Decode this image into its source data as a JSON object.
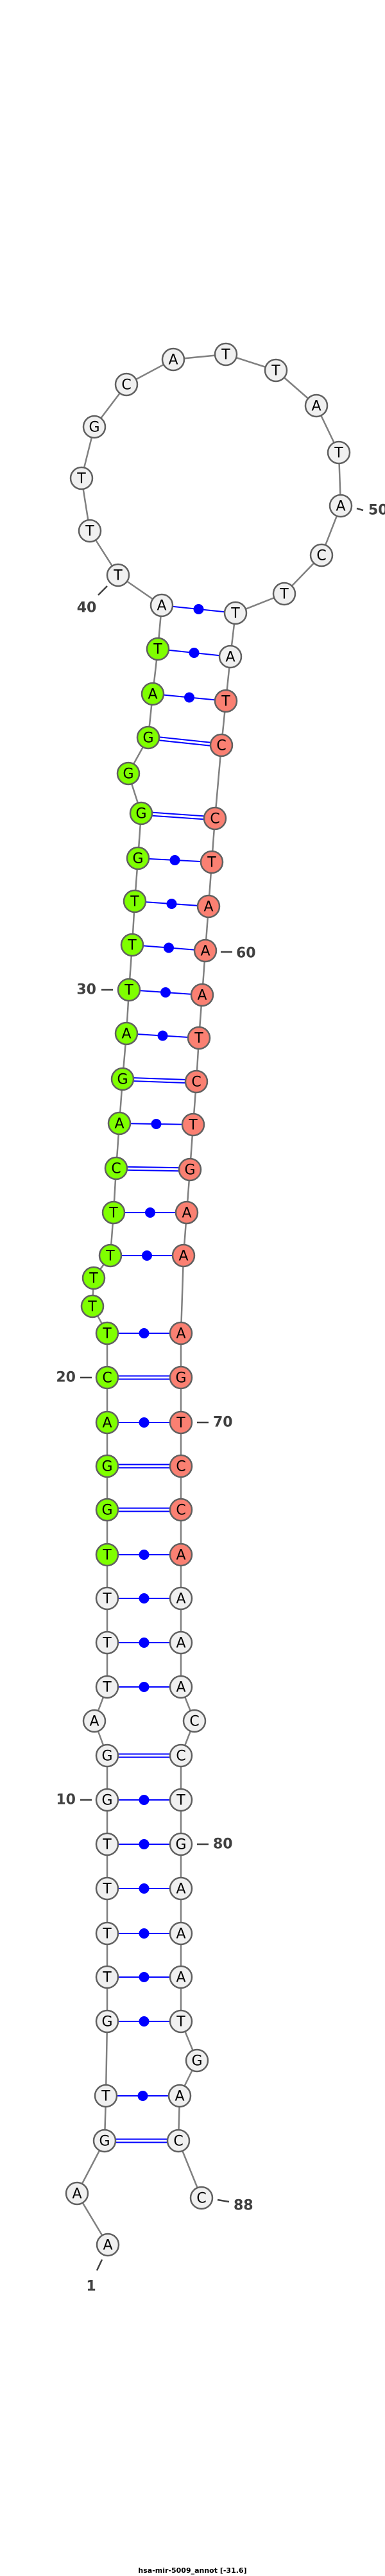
{
  "title": "hsa-mir-5009_annot [-31.6]",
  "nucleotides": [
    "A",
    "A",
    "G",
    "T",
    "G",
    "T",
    "T",
    "T",
    "T",
    "G",
    "G",
    "A",
    "T",
    "T",
    "T",
    "T",
    "G",
    "G",
    "A",
    "C",
    "T",
    "T",
    "T",
    "T",
    "T",
    "C",
    "A",
    "G",
    "A",
    "T",
    "T",
    "T",
    "G",
    "G",
    "G",
    "G",
    "A",
    "T",
    "A",
    "T",
    "T",
    "T",
    "G",
    "C",
    "A",
    "T",
    "T",
    "A",
    "T",
    "A",
    "C",
    "T",
    "T",
    "A",
    "T",
    "C",
    "C",
    "T",
    "A",
    "A",
    "A",
    "T",
    "C",
    "T",
    "G",
    "A",
    "A",
    "A",
    "G",
    "T",
    "C",
    "C",
    "A",
    "A",
    "A",
    "A",
    "C",
    "C",
    "T",
    "G",
    "A",
    "A",
    "A",
    "T",
    "G",
    "A",
    "C",
    "C"
  ],
  "pairs": [
    [
      3,
      87
    ],
    [
      4,
      86
    ],
    [
      5,
      84
    ],
    [
      6,
      83
    ],
    [
      7,
      82
    ],
    [
      8,
      81
    ],
    [
      9,
      80
    ],
    [
      10,
      79
    ],
    [
      11,
      78
    ],
    [
      13,
      76
    ],
    [
      14,
      75
    ],
    [
      15,
      74
    ],
    [
      16,
      73
    ],
    [
      17,
      72
    ],
    [
      18,
      71
    ],
    [
      19,
      70
    ],
    [
      20,
      69
    ],
    [
      21,
      68
    ],
    [
      24,
      67
    ],
    [
      25,
      66
    ],
    [
      26,
      65
    ],
    [
      27,
      64
    ],
    [
      28,
      63
    ],
    [
      29,
      62
    ],
    [
      30,
      61
    ],
    [
      31,
      60
    ],
    [
      32,
      59
    ],
    [
      33,
      58
    ],
    [
      34,
      57
    ],
    [
      36,
      56
    ],
    [
      37,
      55
    ],
    [
      38,
      54
    ],
    [
      39,
      53
    ]
  ],
  "highlight_5p": {
    "from": 16,
    "to": 38,
    "color": "#7fff00"
  },
  "highlight_3p": {
    "from": 55,
    "to": 73,
    "color": "#fa8072"
  },
  "default_fill": "#f0f0f0",
  "pair_color": "#0000ff",
  "position_labels": [
    {
      "index": 1,
      "text": "1"
    },
    {
      "index": 10,
      "text": "10"
    },
    {
      "index": 20,
      "text": "20"
    },
    {
      "index": 30,
      "text": "30"
    },
    {
      "index": 40,
      "text": "40"
    },
    {
      "index": 50,
      "text": "50"
    },
    {
      "index": 60,
      "text": "60"
    },
    {
      "index": 70,
      "text": "70"
    },
    {
      "index": 80,
      "text": "80"
    },
    {
      "index": 88,
      "text": "88"
    }
  ]
}
